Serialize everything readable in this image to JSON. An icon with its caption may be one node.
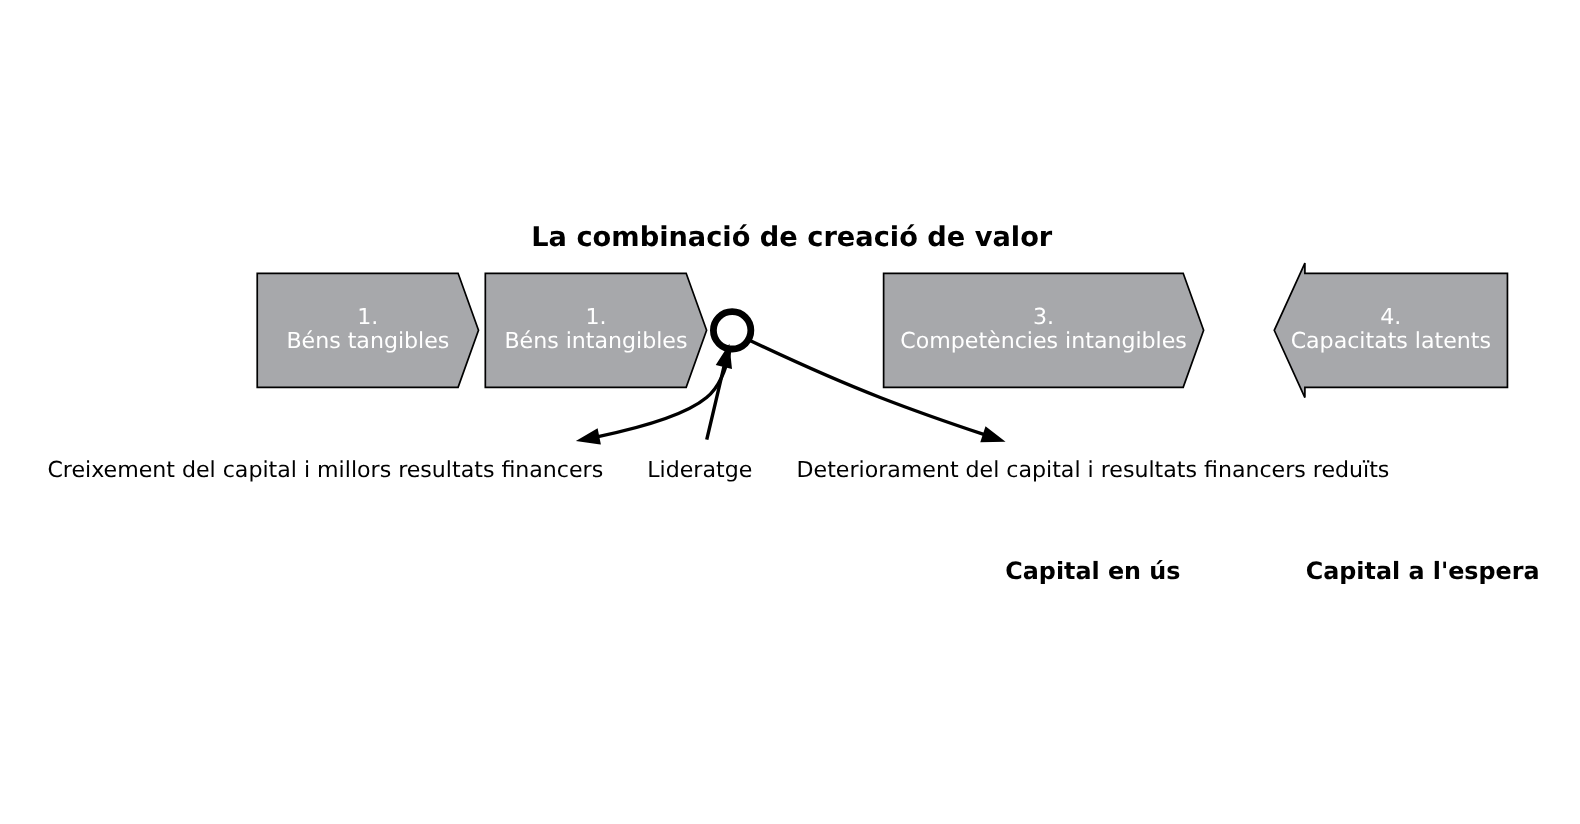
{
  "diagram": {
    "title": "La combinació de creació de valor",
    "nodes": [
      {
        "text": [
          "1.",
          "Béns tangibles"
        ]
      },
      {
        "text": [
          "1.",
          "Béns intangibles"
        ]
      },
      {
        "text": [
          "3.",
          "Competències intangibles"
        ]
      },
      {
        "text": [
          "4.",
          "Capacitats latents"
        ]
      },
      {
        "text": [],
        "shape": "circle"
      },
      {
        "text": [
          "Creixement del capital i millors resultats financers"
        ]
      },
      {
        "text": [
          "Deteriorament del capital i resultats financers reduïts"
        ]
      },
      {
        "text": [
          "Lideratge"
        ]
      }
    ],
    "edges": [
      {
        "from": 4,
        "to": 5,
        "arrow": "to"
      },
      {
        "from": 4,
        "to": 6,
        "arrow": "to"
      },
      {
        "from": 7,
        "to": 4,
        "arrow": "to"
      }
    ],
    "labels": [
      "Capital en ús",
      "Capital a l'espera"
    ]
  }
}
